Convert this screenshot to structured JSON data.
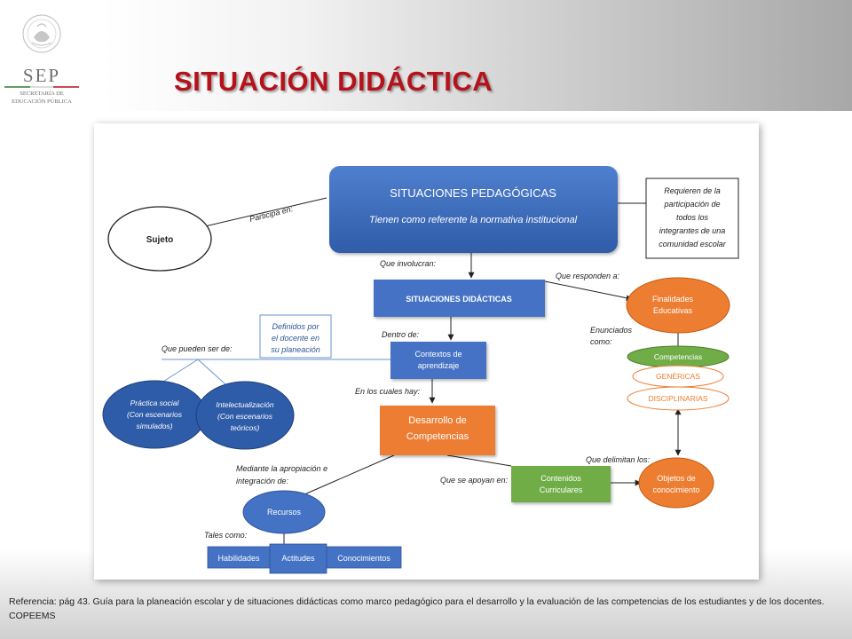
{
  "logo": {
    "acronym": "SEP",
    "line1": "SECRETARÍA DE",
    "line2": "EDUCACIÓN PÚBLICA"
  },
  "title": "SITUACIÓN DIDÁCTICA",
  "diagram": {
    "nodes": {
      "sujeto": "Sujeto",
      "situaciones_pedagogicas_title": "SITUACIONES PEDAGÓGICAS",
      "situaciones_pedagogicas_subtitle": "Tienen como referente la normativa institucional",
      "requieren": [
        "Requieren de la",
        "participación de",
        "todos los",
        "integrantes de una",
        "comunidad escolar"
      ],
      "situaciones_didacticas": "SITUACIONES DIDÁCTICAS",
      "definidos": [
        "Definidos por",
        "el docente en",
        "su planeación"
      ],
      "contextos": [
        "Contextos de",
        "aprendizaje"
      ],
      "practica": [
        "Práctica social",
        "(Con escenarios",
        "simulados)"
      ],
      "intelectualizacion": [
        "Intelectualización",
        "(Con escenarios",
        "teóricos)"
      ],
      "desarrollo": [
        "Desarrollo de",
        "Competencias"
      ],
      "finalidades": [
        "Finalidades",
        "Educativas"
      ],
      "competencias": "Competencias",
      "genericas": "GENÉRICAS",
      "disciplinarias": "DISCIPLINARIAS",
      "contenidos": [
        "Contenidos",
        "Curriculares"
      ],
      "objetos": [
        "Objetos de",
        "conocimiento"
      ],
      "recursos": "Recursos",
      "habilidades": "Habilidades",
      "actitudes": "Actitudes",
      "conocimientos": "Conocimientos"
    },
    "links": {
      "participa": "Participa en:",
      "involucran": "Que involucran:",
      "responden": "Que responden a:",
      "pueden_ser": "Que pueden ser de:",
      "dentro": "Dentro de:",
      "enunciados": [
        "Enunciados",
        "como:"
      ],
      "cuales_hay": "En los cuales hay:",
      "delimitan": "Que delimitan los:",
      "apoyan": "Que se apoyan en:",
      "mediante": [
        "Mediante la apropiación e",
        "integración de:"
      ],
      "tales": "Tales como:"
    }
  },
  "reference": "Referencia: pág 43. Guía para la planeación escolar y de situaciones didácticas como marco pedagógico para el desarrollo y la evaluación de las competencias de los estudiantes y de los docentes. COPEEMS",
  "colors": {
    "title_red": "#b5121b",
    "node_blue": "#4472c4",
    "node_orange": "#ed7d31",
    "node_green": "#70ad47"
  }
}
